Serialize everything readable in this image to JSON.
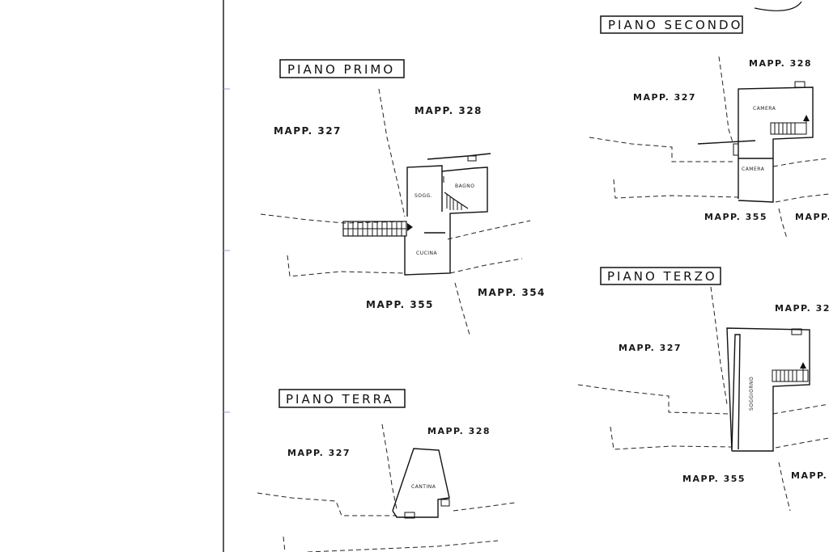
{
  "plans": {
    "primo": {
      "title": "PIANO PRIMO",
      "mapp_327": "MAPP. 327",
      "mapp_328": "MAPP. 328",
      "mapp_355": "MAPP. 355",
      "mapp_354": "MAPP. 354",
      "room_sogg": "SOGG.",
      "room_bagno": "BAGNO",
      "room_cucina": "CUCINA"
    },
    "terra": {
      "title": "PIANO TERRA",
      "mapp_327": "MAPP. 327",
      "mapp_328": "MAPP. 328",
      "room_cantina": "CANTINA"
    },
    "secondo": {
      "title": "PIANO SECONDO",
      "mapp_327": "MAPP. 327",
      "mapp_328": "MAPP. 328",
      "mapp_355": "MAPP. 355",
      "mapp_partial": "MAPP.",
      "room_camera_1": "CAMERA",
      "room_camera_2": "CAMERA"
    },
    "terzo": {
      "title": "PIANO TERZO",
      "mapp_327": "MAPP. 327",
      "mapp_32x": "MAPP. 32",
      "mapp_355": "MAPP. 355",
      "mapp_partial": "MAPP.",
      "room_soggiorno": "SOGGIORNO"
    }
  }
}
